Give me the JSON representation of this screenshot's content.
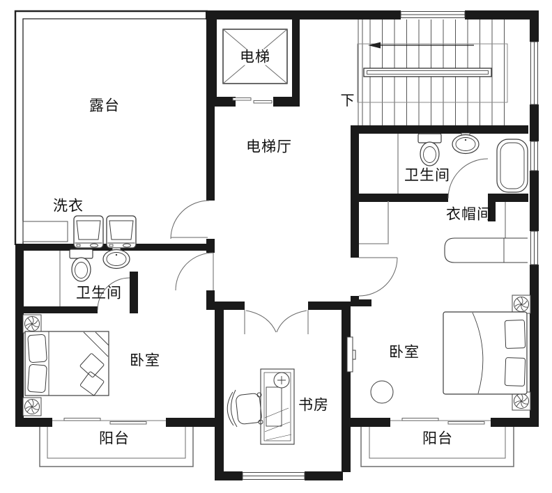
{
  "floorplan": {
    "rooms": {
      "terrace": "露台",
      "elevator": "电梯",
      "elevator_hall": "电梯厅",
      "stair_direction": "下",
      "laundry": "洗衣",
      "bathroom_left": "卫生间",
      "bathroom_right": "卫生间",
      "cloakroom": "衣帽间",
      "bedroom_left": "卧室",
      "bedroom_right": "卧室",
      "study": "书房",
      "balcony_left": "阳台",
      "balcony_right": "阳台"
    },
    "colors": {
      "wall": "#1a1a1a",
      "thin_line": "#6e6e6e",
      "fixture": "#3c3c3c",
      "background": "#ffffff",
      "text": "#111111"
    }
  }
}
